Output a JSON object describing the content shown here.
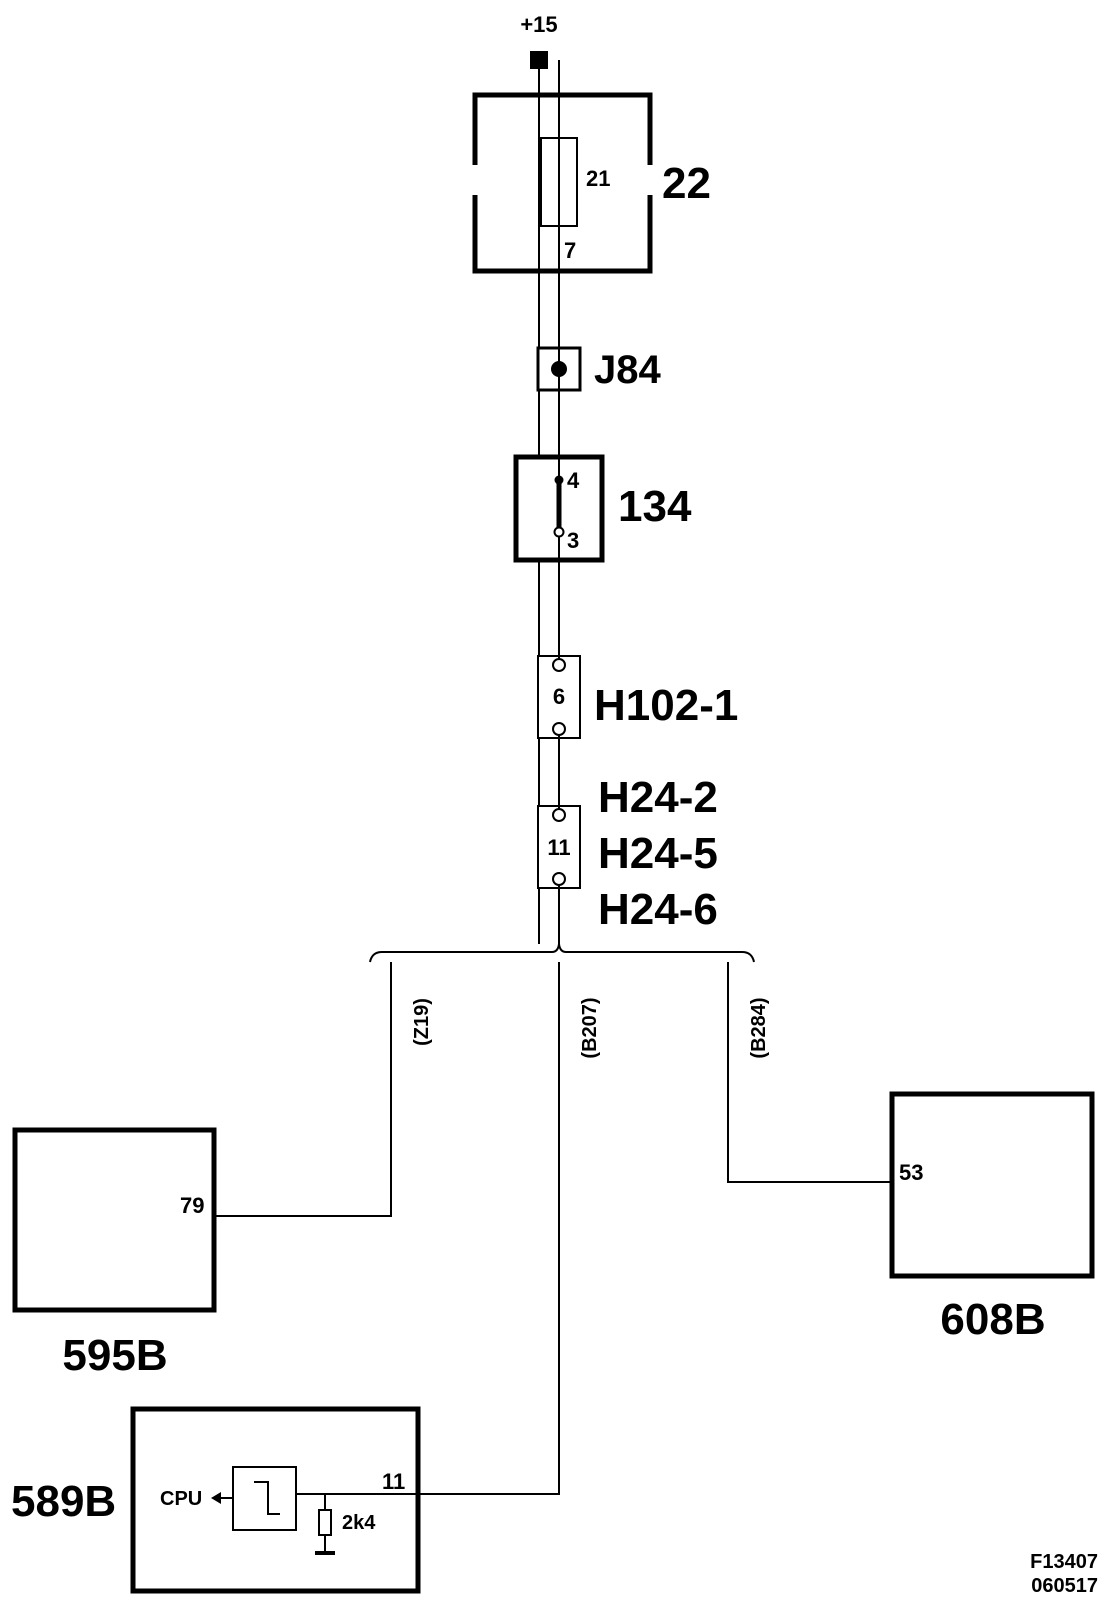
{
  "supply": {
    "label": "+15"
  },
  "fuse_box": {
    "id": "22",
    "fuse_label": "21",
    "pin": "7"
  },
  "junction": {
    "id": "J84"
  },
  "switch_box": {
    "id": "134",
    "pin_top": "4",
    "pin_bottom": "3"
  },
  "connector_1": {
    "id": "H102-1",
    "pin": "6"
  },
  "connector_2": {
    "ids": [
      "H24-2",
      "H24-5",
      "H24-6"
    ],
    "pin": "11"
  },
  "branches": [
    {
      "wire": "(Z19)"
    },
    {
      "wire": "(B207)"
    },
    {
      "wire": "(B284)"
    }
  ],
  "ecu_595b": {
    "id": "595B",
    "pin": "79"
  },
  "ecu_608b": {
    "id": "608B",
    "pin": "53"
  },
  "ecu_589b": {
    "id": "589B",
    "pin": "11",
    "cpu_label": "CPU",
    "resistor": "2k4"
  },
  "figure_ref": {
    "line1": "F13407",
    "line2": "060517"
  }
}
